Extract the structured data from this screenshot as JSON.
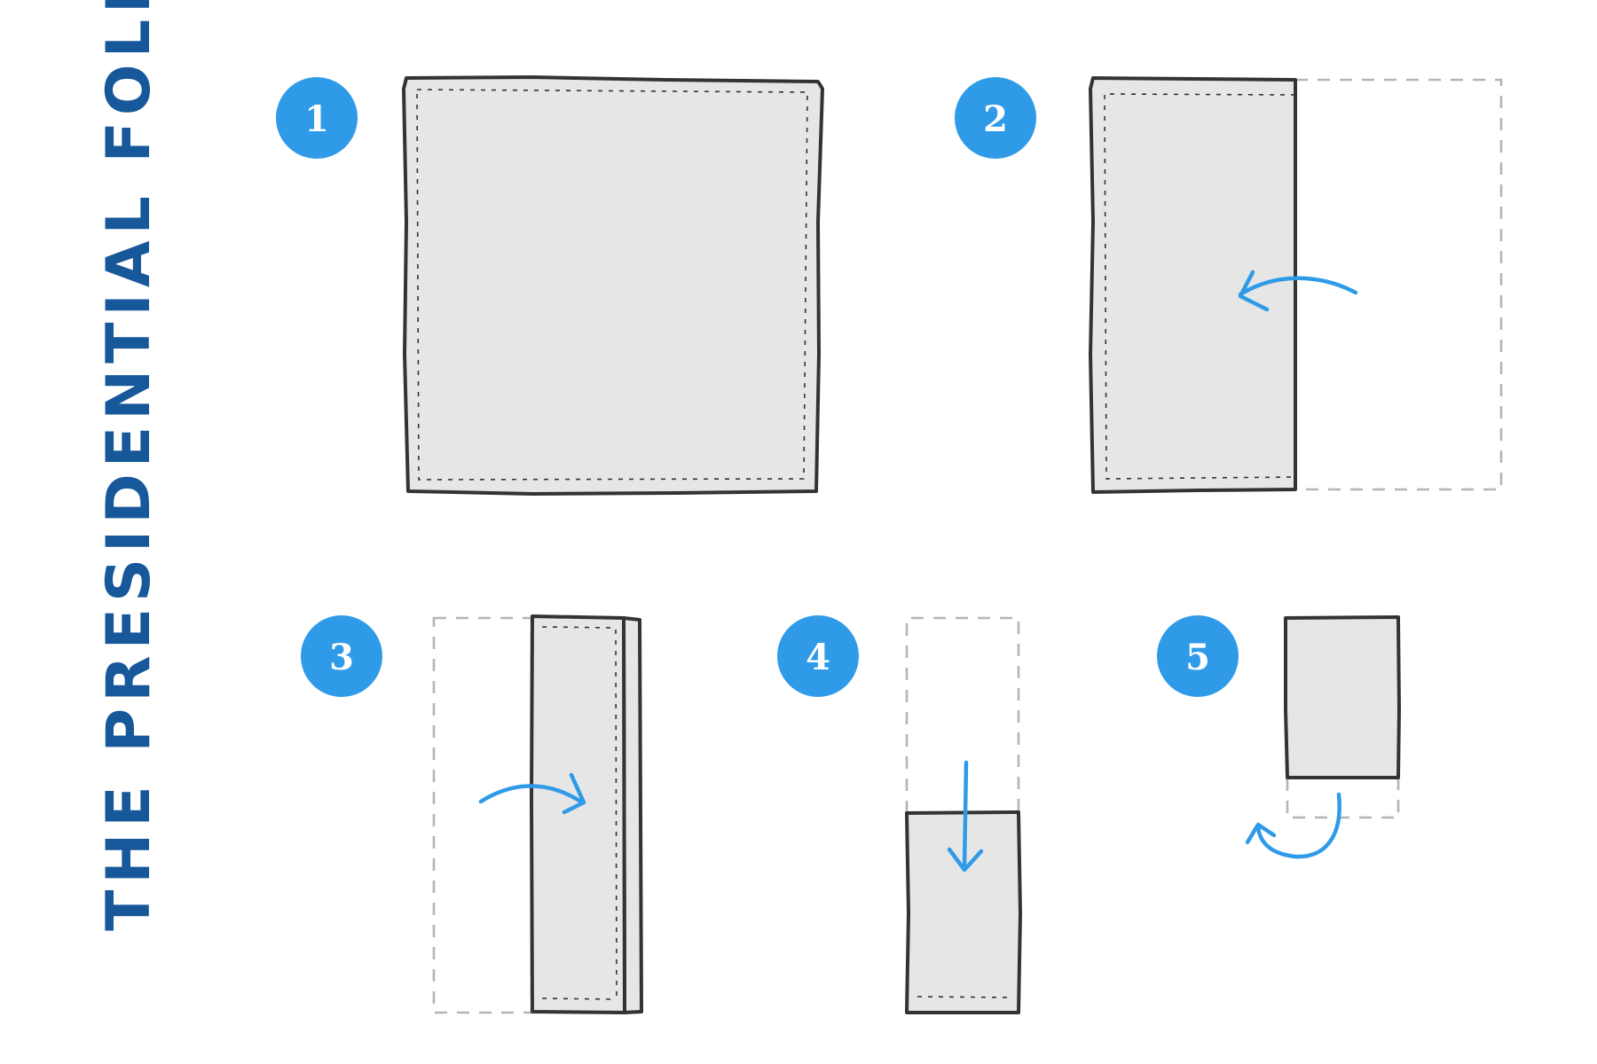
{
  "title": "THE PRESIDENTIAL FOLD",
  "colors": {
    "title": "#17589a",
    "badge": "#2f9be8",
    "arrow": "#2f9be8",
    "cloth_fill": "#e6e6e6",
    "cloth_outline": "#333333",
    "ghost_outline": "#b5b5b5"
  },
  "steps": [
    {
      "label": "1"
    },
    {
      "label": "2"
    },
    {
      "label": "3"
    },
    {
      "label": "4"
    },
    {
      "label": "5"
    }
  ]
}
